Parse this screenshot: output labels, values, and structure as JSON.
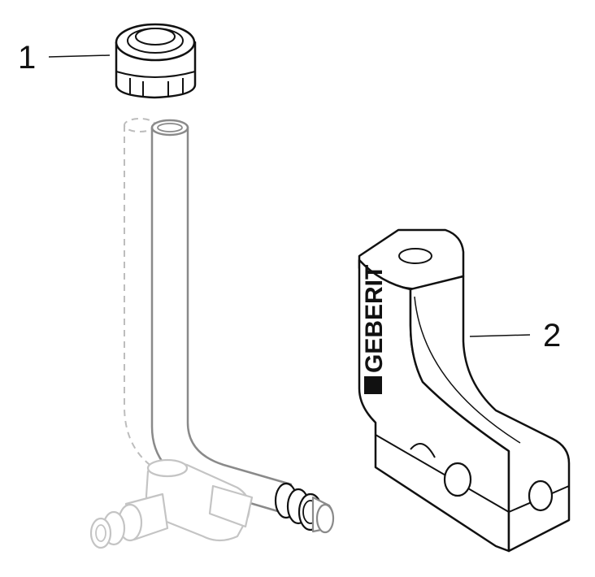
{
  "callouts": [
    {
      "number": "1",
      "part": "compression-ring"
    },
    {
      "number": "2",
      "part": "sound-insulation-block"
    }
  ],
  "brand_text": "GEBERIT",
  "colors": {
    "outline": "#111111",
    "phantom": "#bdbdbd",
    "pipe": "#8a8a8a",
    "background": "#ffffff"
  }
}
